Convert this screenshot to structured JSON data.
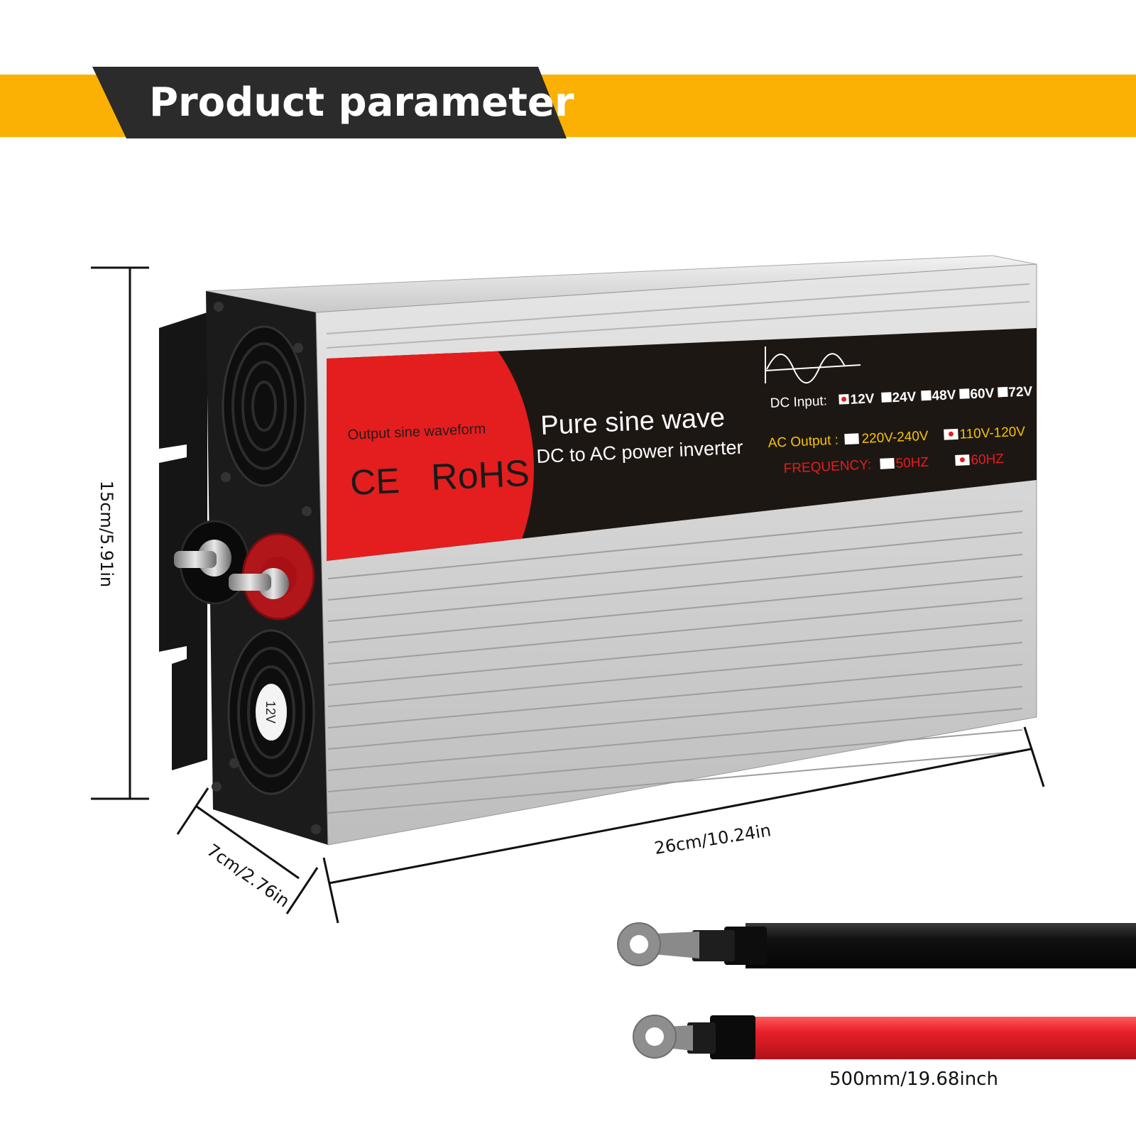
{
  "banner": {
    "title": "Product parameter",
    "accent_color": "#fbb103",
    "dark_color": "#2b2b2b"
  },
  "dimensions": {
    "height": "15cm/5.91in",
    "depth": "7cm/2.76in",
    "length": "26cm/10.24in",
    "cable_length": "500mm/19.68inch"
  },
  "label": {
    "waveform_caption": "Output sine waveform",
    "ce_mark": "CE",
    "rohs_mark": "RoHS",
    "headline": "Pure sine wave",
    "subheadline": "DC to AC power inverter",
    "dc_input": {
      "label": "DC Input:",
      "options": [
        {
          "text": "12V",
          "checked": true
        },
        {
          "text": "24V",
          "checked": false
        },
        {
          "text": "48V",
          "checked": false
        },
        {
          "text": "60V",
          "checked": false
        },
        {
          "text": "72V",
          "checked": false
        }
      ]
    },
    "ac_output": {
      "label": "AC Output :",
      "options": [
        {
          "text": "220V-240V",
          "checked": false
        },
        {
          "text": "110V-120V",
          "checked": true
        }
      ]
    },
    "frequency": {
      "label": "FREQUENCY:",
      "options": [
        {
          "text": "50HZ",
          "checked": false
        },
        {
          "text": "60HZ",
          "checked": true
        }
      ]
    },
    "red_color": "#e41e1e",
    "label_bg": "#1d1714"
  },
  "fan_label": "12V",
  "cables": [
    {
      "name": "negative-cable",
      "color": "#1a1a1a"
    },
    {
      "name": "positive-cable",
      "color": "#e8202a"
    }
  ]
}
